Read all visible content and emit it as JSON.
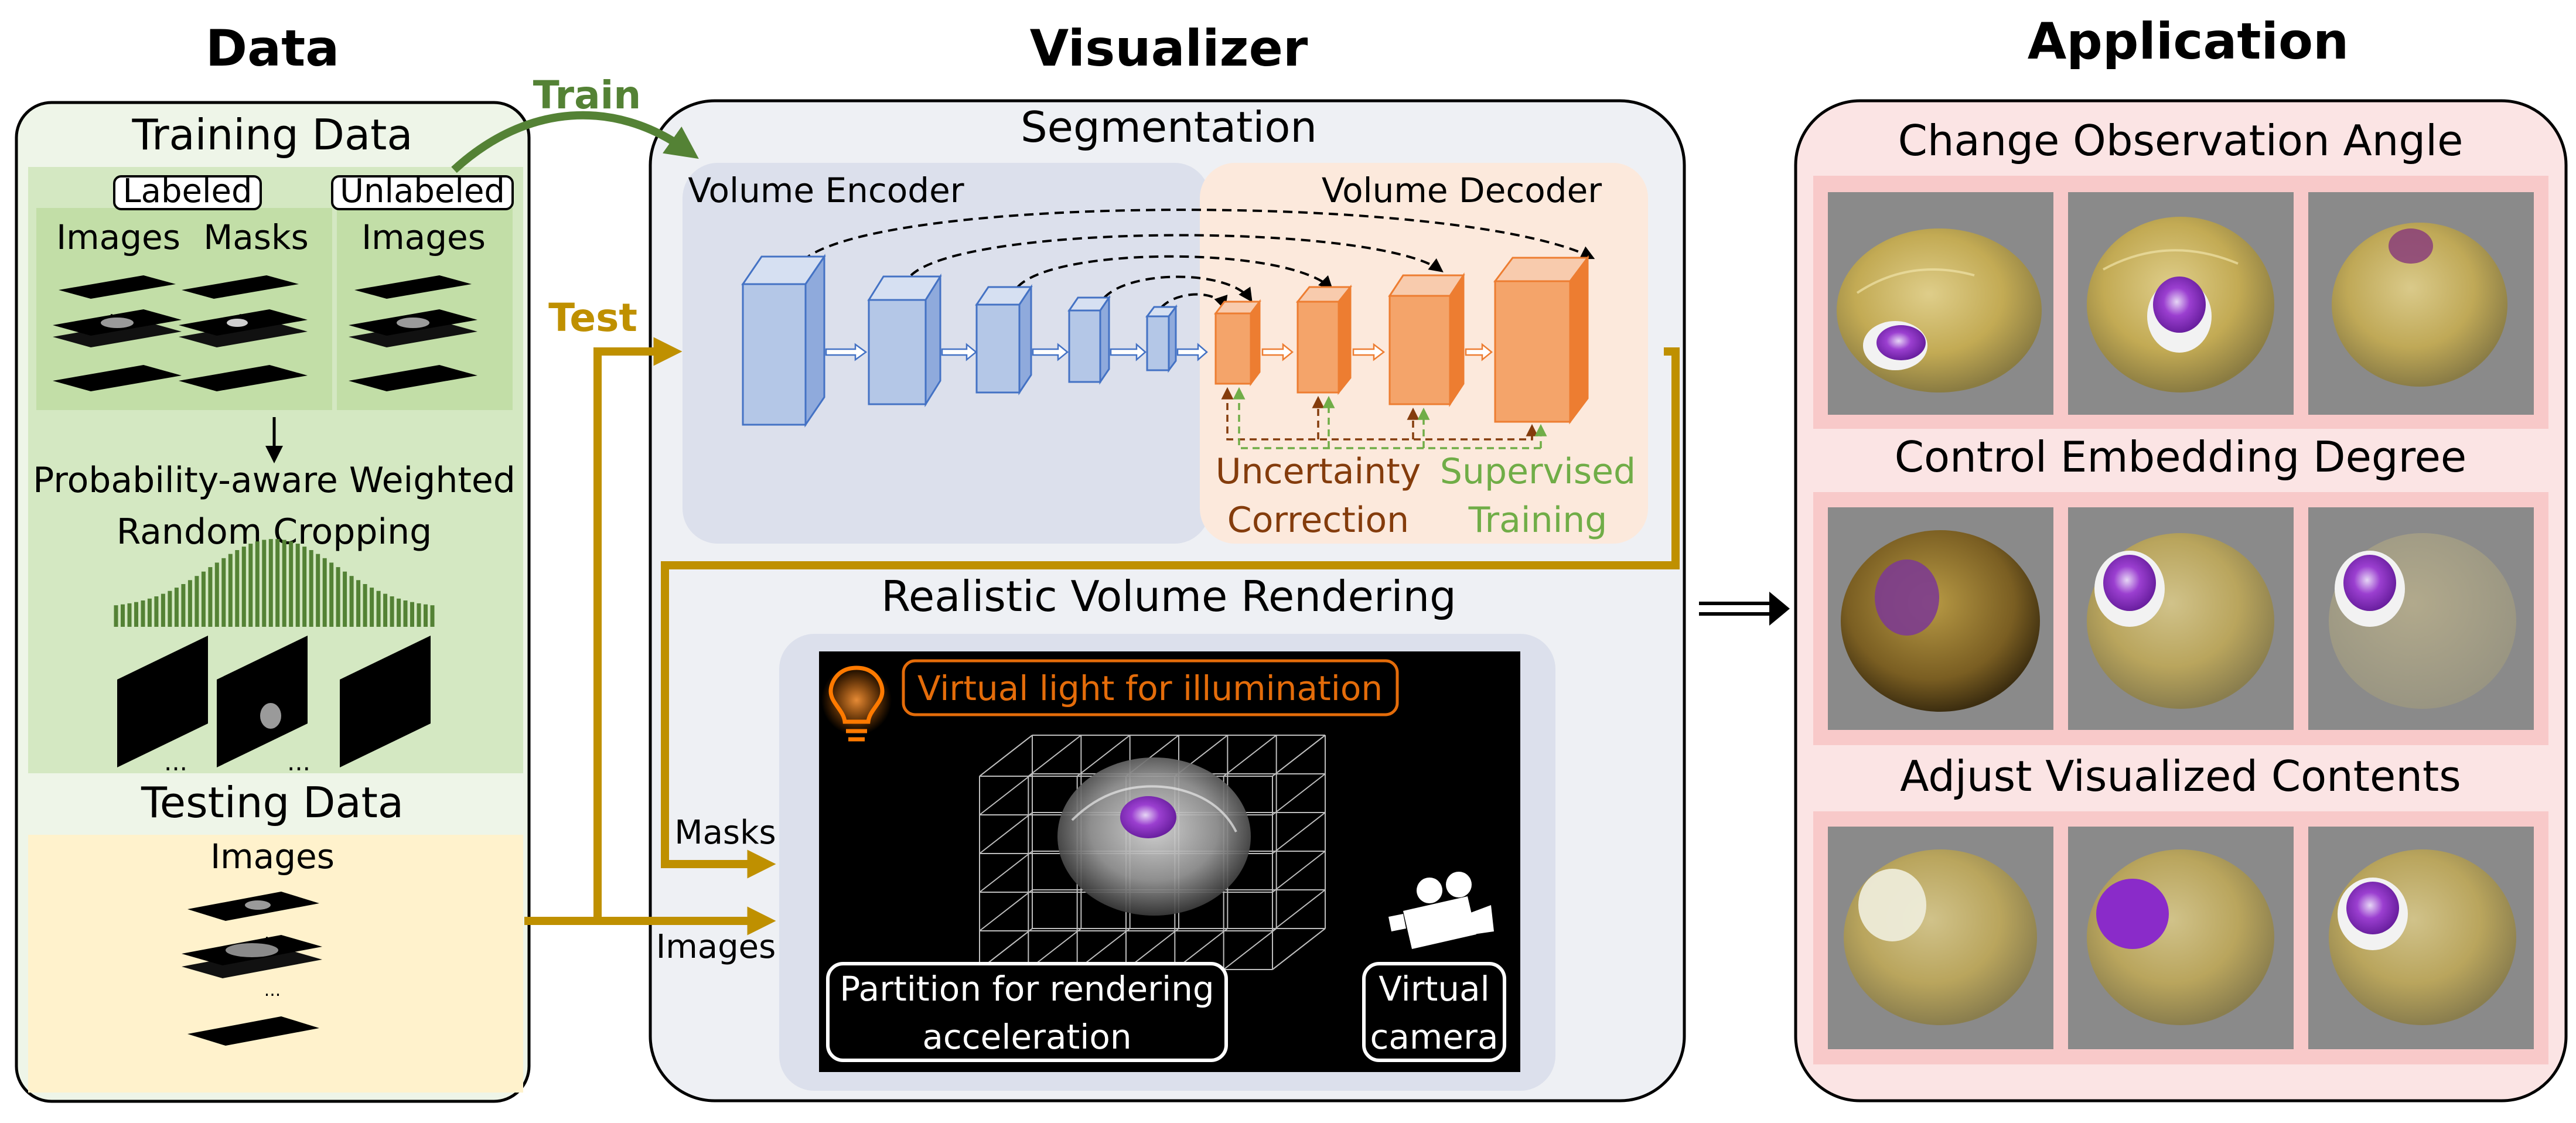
{
  "headers": {
    "data": "Data",
    "visualizer": "Visualizer",
    "application": "Application"
  },
  "data_panel": {
    "training_title": "Training Data",
    "labeled": "Labeled",
    "unlabeled": "Unlabeled",
    "images": "Images",
    "masks": "Masks",
    "ellipsis": "...",
    "cropping_line1": "Probability-aware Weighted",
    "cropping_line2": "Random Cropping",
    "testing_title": "Testing Data",
    "testing_images": "Images"
  },
  "arrows": {
    "train": "Train",
    "test": "Test",
    "masks": "Masks",
    "images": "Images"
  },
  "visualizer": {
    "segmentation_title": "Segmentation",
    "encoder": "Volume Encoder",
    "decoder": "Volume Decoder",
    "uncertainty_line1": "Uncertainty",
    "uncertainty_line2": "Correction",
    "supervised_line1": "Supervised",
    "supervised_line2": "Training",
    "rendering_title": "Realistic Volume Rendering",
    "virtual_light": "Virtual light for illumination",
    "partition_line1": "Partition for rendering",
    "partition_line2": "acceleration",
    "camera_line1": "Virtual",
    "camera_line2": "camera"
  },
  "application": {
    "row1": "Change Observation Angle",
    "row2": "Control Embedding Degree",
    "row3": "Adjust Visualized Contents"
  },
  "colors": {
    "train_green": "#548235",
    "test_gold": "#BF9000",
    "encoder_blue": "#8FAADC",
    "decoder_orange": "#F4A46A",
    "uncertainty_brown": "#843C0C",
    "supervised_green": "#70AD47",
    "light_orange": "#E46C0A"
  }
}
